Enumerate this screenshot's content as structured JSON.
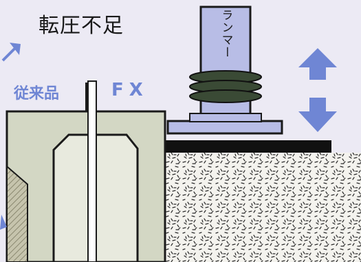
{
  "labels": {
    "title": "転圧不足",
    "conventional": "従来品",
    "fx": "FX",
    "rammer": "ランマー"
  },
  "colors": {
    "background": "#eceaf4",
    "arrow": "#6f86d4",
    "concrete": "#d3d7c4",
    "rammer_body": "#b8bde6",
    "rammer_spring": "#3a4a35",
    "asphalt": "#111111"
  },
  "icons": [
    "up-arrow-icon",
    "down-arrow-icon",
    "diagonal-arrow-icon"
  ]
}
